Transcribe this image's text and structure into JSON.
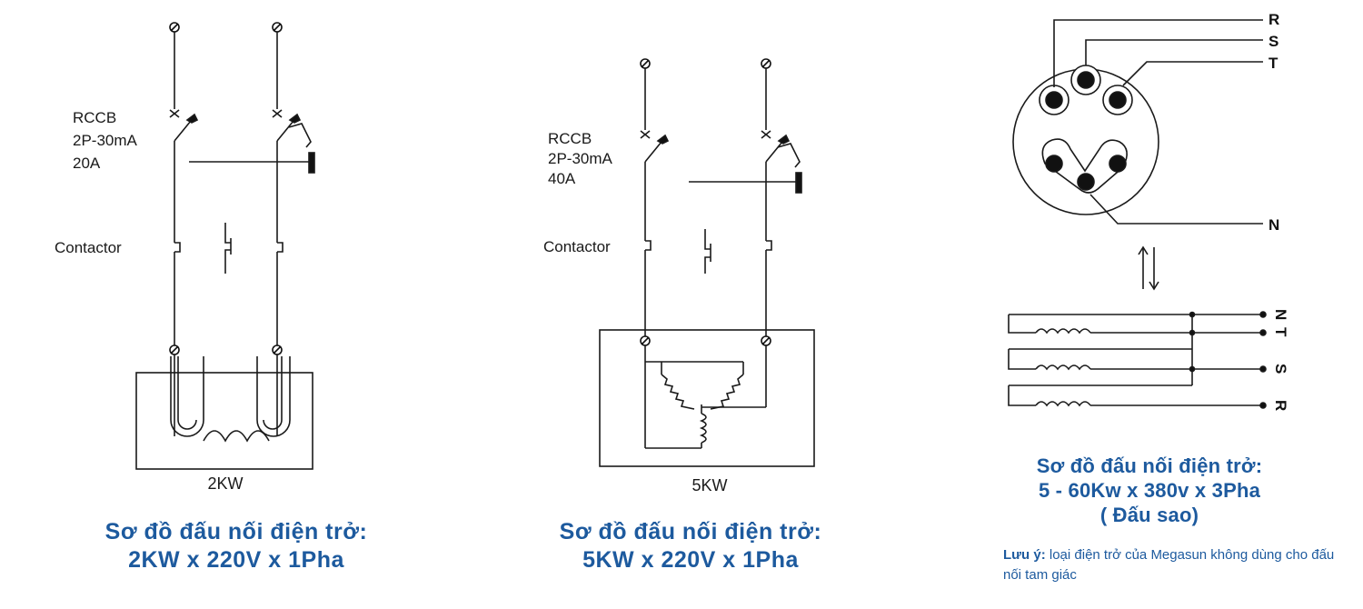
{
  "diagram_2kw": {
    "rccb_label": [
      "RCCB",
      "2P-30mA",
      "20A"
    ],
    "contactor_label": "Contactor",
    "box_label": "2KW",
    "caption": [
      "Sơ đồ đấu nối điện trở:",
      "2KW x 220V x 1Pha"
    ]
  },
  "diagram_5kw": {
    "rccb_label": [
      "RCCB",
      "2P-30mA",
      "40A"
    ],
    "contactor_label": "Contactor",
    "box_label": "5KW",
    "caption": [
      "Sơ đồ đấu nối điện trở:",
      "5KW x 220V x 1Pha"
    ]
  },
  "diagram_3phase": {
    "plug_labels": [
      "R",
      "S",
      "T",
      "N"
    ],
    "terminal_labels": [
      "N",
      "T",
      "S",
      "R"
    ],
    "caption": [
      "Sơ đồ đấu nối điện trở:",
      "5 - 60Kw x 380v x 3Pha",
      "( Đấu sao)"
    ],
    "note_prefix": "Lưu ý:",
    "note_text": "loại điện trở của Megasun không dùng cho đấu nối tam giác"
  },
  "colors": {
    "caption": "#1d5a9e",
    "line": "#1a1a1a"
  }
}
